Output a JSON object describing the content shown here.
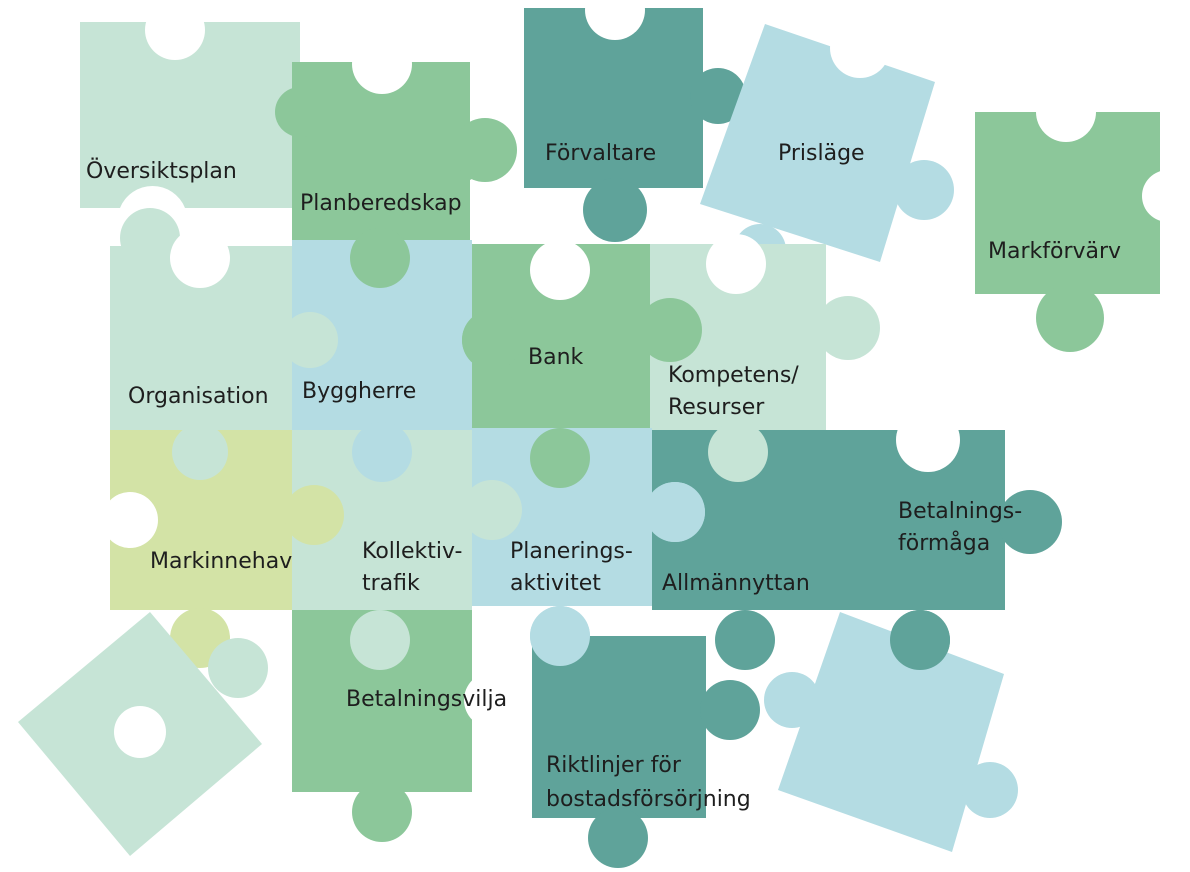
{
  "colors": {
    "pale_mint": "#c6e4d6",
    "mid_green": "#8cc79a",
    "teal": "#5fa39a",
    "light_blue": "#b4dce3",
    "yellow_green": "#d3e3a6",
    "text": "#1e1e1e"
  },
  "labels": {
    "oversiktsplan": "Översiktsplan",
    "planberedskap": "Planberedskap",
    "forvaltare": "Förvaltare",
    "prislage": "Prisläge",
    "markforvarv": "Markförvärv",
    "organisation": "Organisation",
    "byggherre": "Byggherre",
    "bank": "Bank",
    "kompetens": [
      "Kompetens/",
      "Resurser"
    ],
    "betalningsformaga": [
      "Betalnings-",
      "förmåga"
    ],
    "markinnehav": "Markinnehav",
    "kollektivtrafik": [
      "Kollektiv-",
      "trafik"
    ],
    "planeringsaktivitet": [
      "Planerings-",
      "aktivitet"
    ],
    "allmannyttan": "Allmännyttan",
    "betalningsvilja": "Betalningsvilja",
    "riktlinjer": [
      "Riktlinjer för",
      "bostadsförsörjning"
    ]
  }
}
